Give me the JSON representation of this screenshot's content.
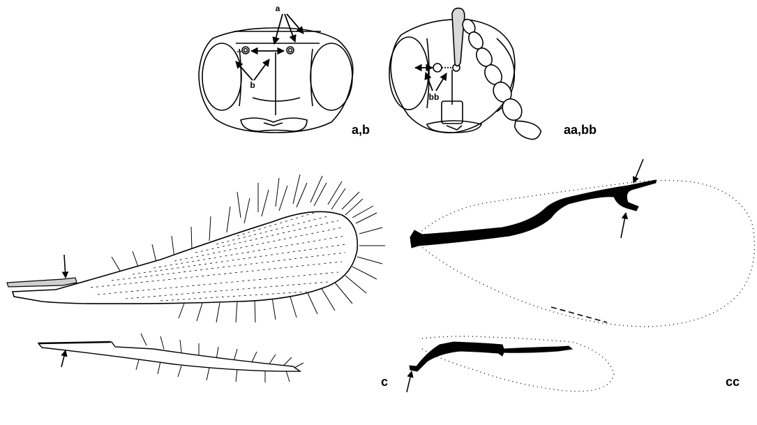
{
  "figure": {
    "panels": [
      {
        "id": "a-b",
        "label": "a,b"
      },
      {
        "id": "aa-bb",
        "label": "aa,bb"
      },
      {
        "id": "c",
        "label": "c"
      },
      {
        "id": "cc",
        "label": "cc"
      }
    ],
    "annotations": {
      "head_front_a": "a",
      "head_front_b": "b",
      "head_front_bb": "bb"
    }
  }
}
